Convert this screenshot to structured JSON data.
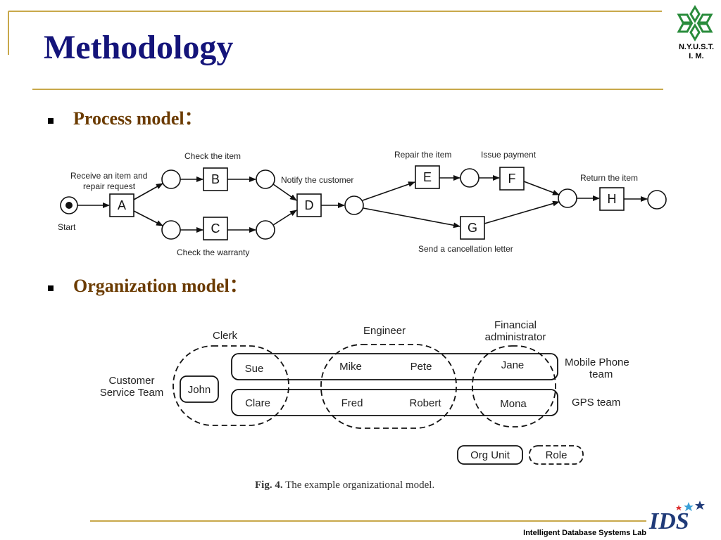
{
  "slide": {
    "title": "Methodology",
    "bullets": [
      {
        "label": "Process model："
      },
      {
        "label": "Organization model："
      }
    ],
    "logo": {
      "line1": "N.Y.U.S.T.",
      "line2": "I. M."
    },
    "footer": "Intelligent Database Systems Lab",
    "footer_logo": "IDS",
    "colors": {
      "title": "#14147a",
      "bullet_text": "#6b3b00",
      "rule": "#c8a84a",
      "logo_green": "#2a8c3c"
    }
  },
  "process_model": {
    "start_label": "Start",
    "tasks": {
      "A": "A",
      "B": "B",
      "C": "C",
      "D": "D",
      "E": "E",
      "F": "F",
      "G": "G",
      "H": "H"
    },
    "labels": {
      "receive_line1": "Receive an item and",
      "receive_line2": "repair request",
      "check_item": "Check the item",
      "check_warranty": "Check the warranty",
      "notify": "Notify the customer",
      "repair": "Repair the item",
      "issue": "Issue payment",
      "cancel": "Send a cancellation letter",
      "return": "Return the item"
    }
  },
  "org_model": {
    "roles": {
      "clerk": "Clerk",
      "engineer": "Engineer",
      "financial_line1": "Financial",
      "financial_line2": "administrator"
    },
    "units": {
      "customer_line1": "Customer",
      "customer_line2": "Service Team",
      "mobile_line1": "Mobile Phone",
      "mobile_line2": "team",
      "gps": "GPS team"
    },
    "people": {
      "john": "John",
      "sue": "Sue",
      "clare": "Clare",
      "mike": "Mike",
      "pete": "Pete",
      "fred": "Fred",
      "robert": "Robert",
      "jane": "Jane",
      "mona": "Mona"
    },
    "legend": {
      "org_unit": "Org Unit",
      "role": "Role"
    },
    "caption_bold": "Fig. 4.",
    "caption_text": " The example organizational model."
  }
}
